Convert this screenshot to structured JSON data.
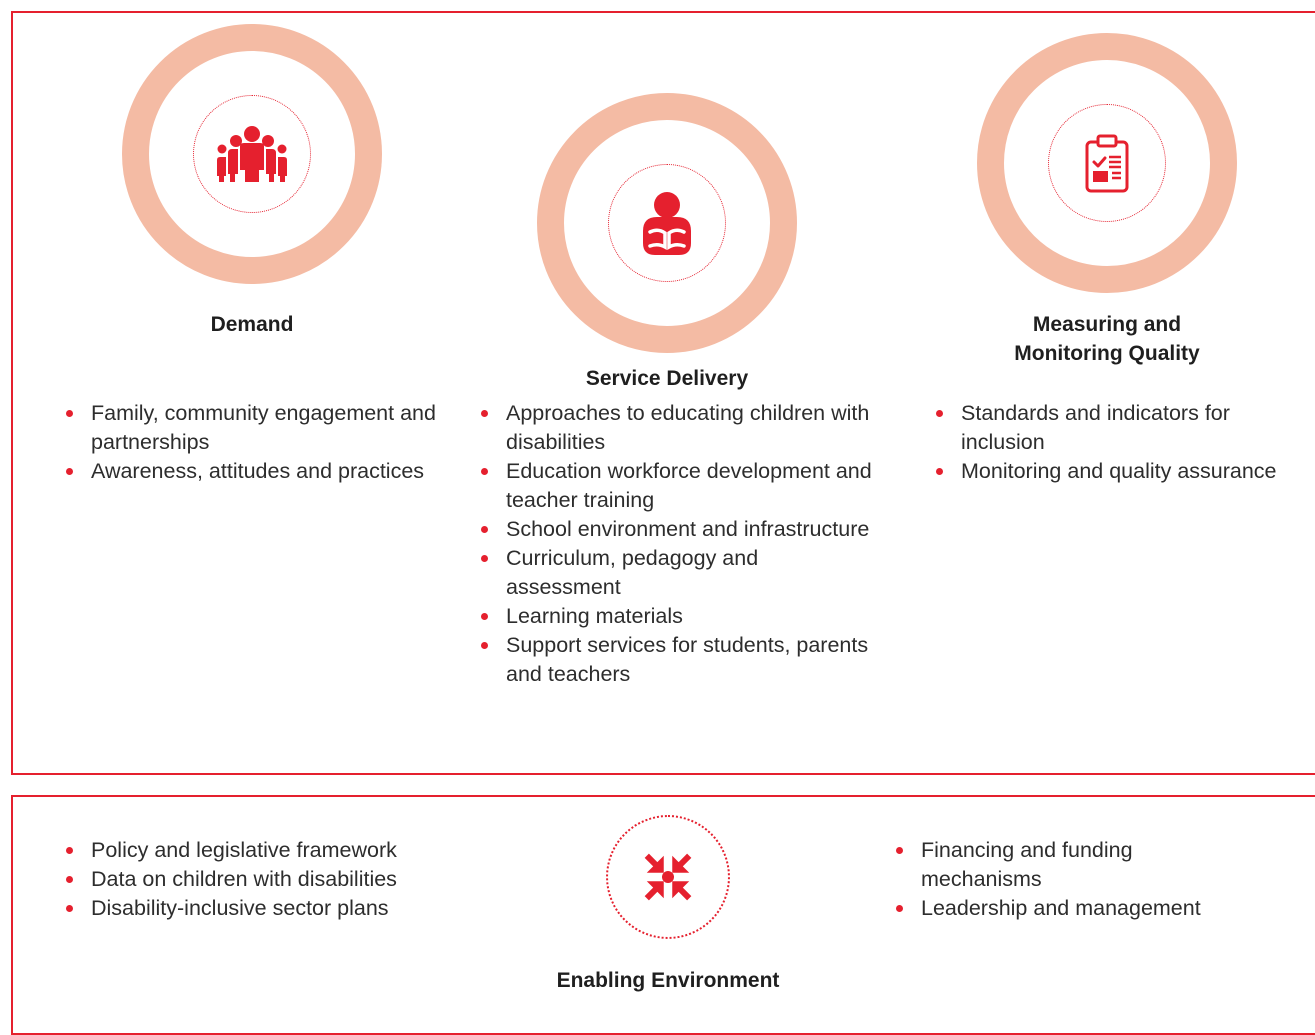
{
  "pillars": [
    {
      "title": "Demand",
      "icon": "people-group-icon",
      "items": [
        "Family, community engagement and partnerships",
        "Awareness, attitudes and practices"
      ]
    },
    {
      "title": "Service Delivery",
      "icon": "child-reading-icon",
      "items": [
        "Approaches to educating children with disabilities",
        "Education workforce development and teacher training",
        "School environment and infrastructure",
        "Curriculum, pedagogy and assessment",
        "Learning materials",
        "Support services for students, parents and teachers"
      ]
    },
    {
      "title_lines": [
        "Measuring and",
        "Monitoring Quality"
      ],
      "icon": "clipboard-checklist-icon",
      "items": [
        "Standards and indicators for inclusion",
        "Monitoring and quality assurance"
      ]
    }
  ],
  "enabling": {
    "title": "Enabling Environment",
    "icon": "converging-arrows-icon",
    "left_items": [
      "Policy and legislative framework",
      "Data on children with disabilities",
      "Disability-inclusive sector plans"
    ],
    "right_items": [
      "Financing and funding mechanisms",
      "Leadership and management"
    ]
  },
  "colors": {
    "accent": "#e5202e",
    "ring": "#f4bba4",
    "text": "#2d2d2d"
  }
}
